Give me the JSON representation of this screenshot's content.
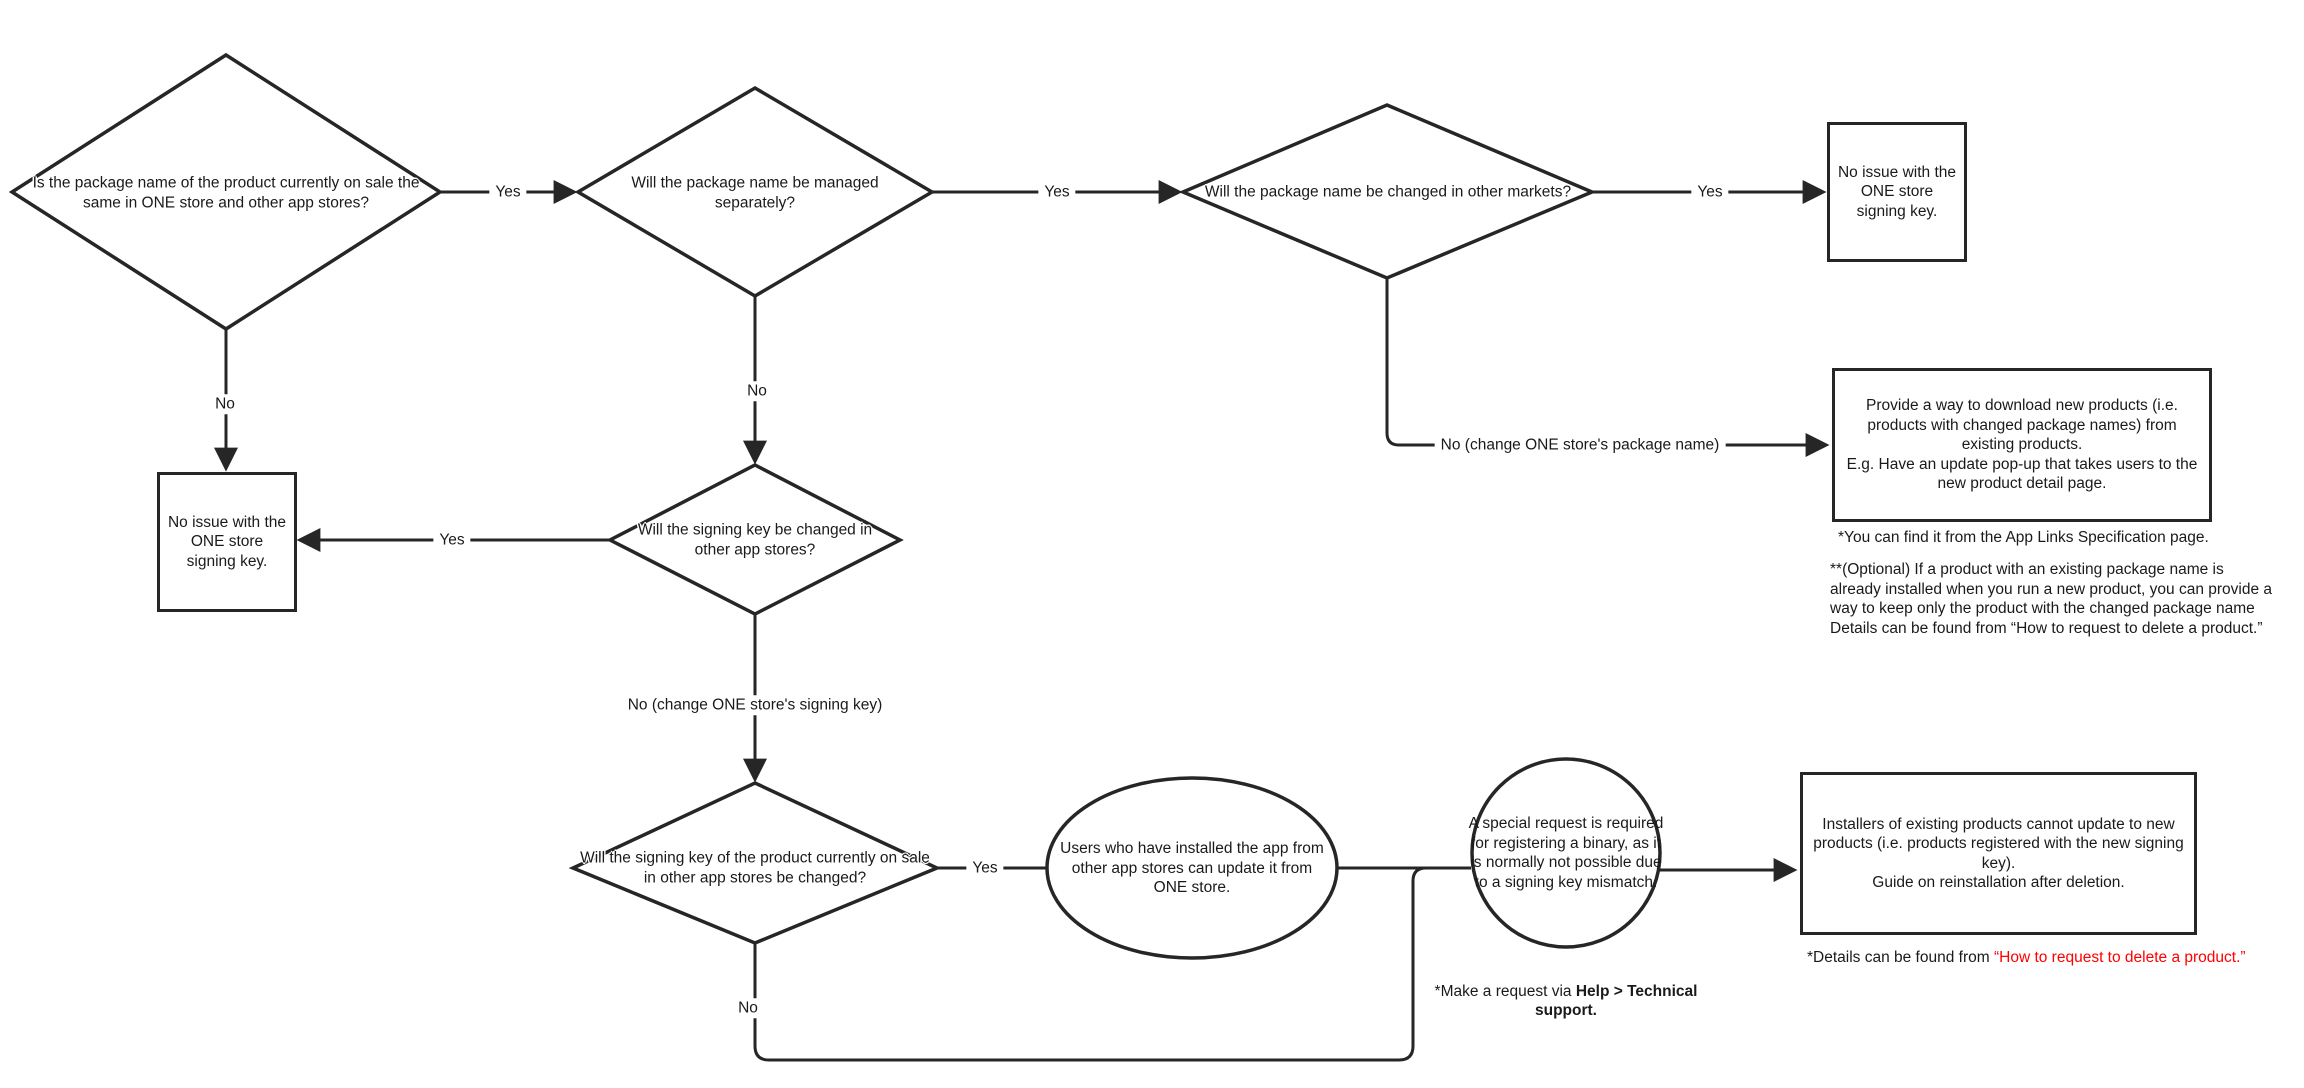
{
  "diagram": {
    "decisions": {
      "package_name_same": "Is the package name of the product currently on sale the same in ONE store and other app stores?",
      "package_managed_separately": "Will the package name be managed separately?",
      "package_changed_other_markets": "Will the package name be changed in other markets?",
      "signing_key_changed_other_stores": "Will the signing key be changed in other app stores?",
      "signing_key_product_changed": "Will the signing key of the product currently on sale in other app stores be changed?"
    },
    "terminals": {
      "no_issue_top": "No issue with the\nONE store\nsigning key.",
      "no_issue_left": "No issue with the\nONE store\nsigning key.",
      "provide_download_path": "Provide a way to download new products (i.e. products with changed package names) from existing products.\nE.g. Have an update pop-up that takes users to the new product detail page.",
      "users_update": "Users who have installed the app from other app stores can update it from ONE store.",
      "special_request": "A special request is required for registering a binary, as it is normally not possible due to a signing key mismatch.",
      "installers_cannot_update": "Installers of existing products cannot update to new products (i.e. products registered with the new signing key).\nGuide on reinstallation after deletion."
    },
    "edge_labels": {
      "yes": "Yes",
      "no": "No",
      "no_change_package": "No (change ONE store's package name)",
      "no_change_signing": "No (change ONE store's signing key)"
    },
    "notes": {
      "app_links": "*You can find it from the App Links Specification page.",
      "optional_delete": "**(Optional) If a product with an existing package name is already installed when you run a new product, you can provide a way to keep only the product with the changed package name\nDetails can be found from “How to request to delete a product.”",
      "make_request_prefix": "*Make a request via ",
      "make_request_bold": "Help > Technical support.",
      "details_prefix": "*Details can be found from ",
      "details_link": "“How to request to delete a product.”"
    },
    "colors": {
      "line": "#262626",
      "text": "#1a1a1a",
      "link_red": "#ff0000",
      "background": "#ffffff"
    }
  }
}
